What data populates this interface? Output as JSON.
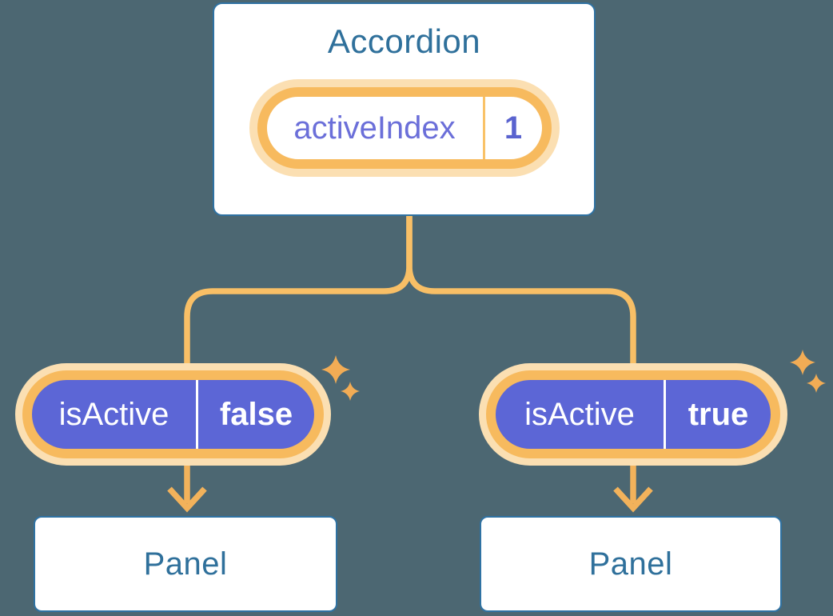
{
  "colors": {
    "background": "#4C6772",
    "card_border": "#2F72A3",
    "title_text": "#2F709B",
    "pill_ring": "#F7BA5E",
    "pill_glow": "#FBDFB2",
    "pill_divider": "#F9C268",
    "prop_fill": "#5C66D6",
    "state_name_text": "#6B6FD9",
    "state_value_text": "#5A63CF",
    "connector": "#F8BF66",
    "arrow": "#F2B25B",
    "sparkle": "#F2AC55",
    "panel_text": "#2F709B",
    "prop_text": "#FFFFFF"
  },
  "accordion_card": {
    "title": "Accordion",
    "state_pill": {
      "name": "activeIndex",
      "value": "1"
    }
  },
  "prop_pills": [
    {
      "name": "isActive",
      "value": "false"
    },
    {
      "name": "isActive",
      "value": "true"
    }
  ],
  "panels": [
    {
      "label": "Panel"
    },
    {
      "label": "Panel"
    }
  ]
}
